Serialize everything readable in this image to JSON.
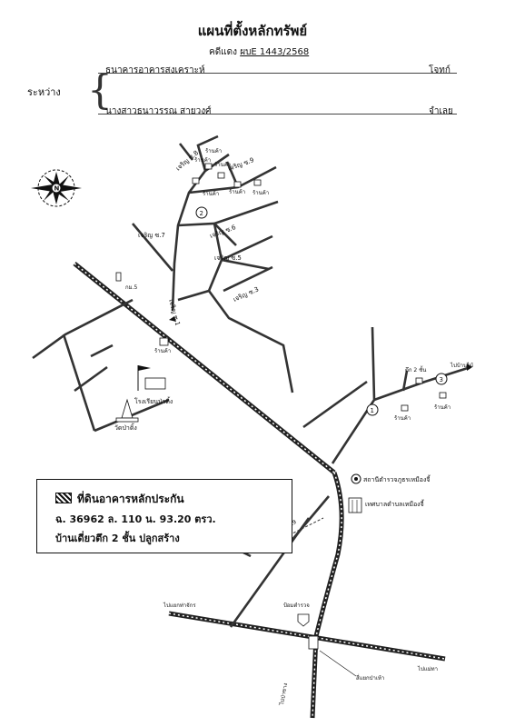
{
  "header": {
    "title": "แผนที่ตั้งหลักทรัพย์",
    "case_label": "คดีแดง",
    "case_number": "ผบE 1443/2568"
  },
  "parties": {
    "between_label": "ระหว่าง",
    "plaintiff_name": "ธนาคารอาคารสงเคราะห์",
    "plaintiff_role": "โจทก์",
    "defendant_name": "นางสาวธนาวรรณ สายวงศ์",
    "defendant_role": "จำเลย"
  },
  "compass": {
    "north_letter": "N",
    "icon": "compass-rose-icon"
  },
  "map_labels": {
    "soi_1": "เจริญ ซ.1",
    "soi_3": "เจริญ ซ.3",
    "soi_5": "เจริญ ซ.5",
    "soi_6": "เจริญ ซ.6",
    "soi_7": "เจริญ ซ.7",
    "soi_8": "เจริญ ซ.8",
    "soi_9": "เจริญ ซ.9",
    "circle_1": "1",
    "circle_2": "2",
    "circle_3": "3",
    "shop_a": "ร้านค้า",
    "shop_b": "ร้านค้า",
    "shop_c": "ร้านค้า",
    "shop_d": "ร้านค้า",
    "shop_e": "ร้านค้า",
    "top_place_1": "ร้านค้า",
    "top_place_2": "ร้านค้า",
    "top_place_3": "ร้านค้า",
    "top_place_4": "ร้านค้า",
    "km": "กม.5",
    "school": "โรงเรียนป่าติ้ง",
    "temple": "วัดป่าติ้ง",
    "building_2floor": "ตึก 2 ชั้น",
    "to_banmai": "ไปบ้านไม้",
    "police_station": "สถานีตำรวจภูธรเหมืองจี้",
    "municipality": "เทศบาลตำบลเหมืองจี้",
    "to_intersection": "ไปแยกท่าจักร",
    "police_box": "ป้อมตำรวจ",
    "to_maetha": "ไปแม่ทา",
    "to_bypass": "ไปป่าซาง",
    "intersection": "สี่แยกป่าเห้า",
    "soi_small": "ซ.9"
  },
  "legend": {
    "title": "ที่ดินอาคารหลักประกัน",
    "line2": "ฉ. 36962  ล. 110  น. 93.20 ตรว.",
    "line3": "บ้านเดี่ยวตึก 2 ชั้น  ปลูกสร้าง",
    "icon": "hatched-swatch-icon"
  }
}
